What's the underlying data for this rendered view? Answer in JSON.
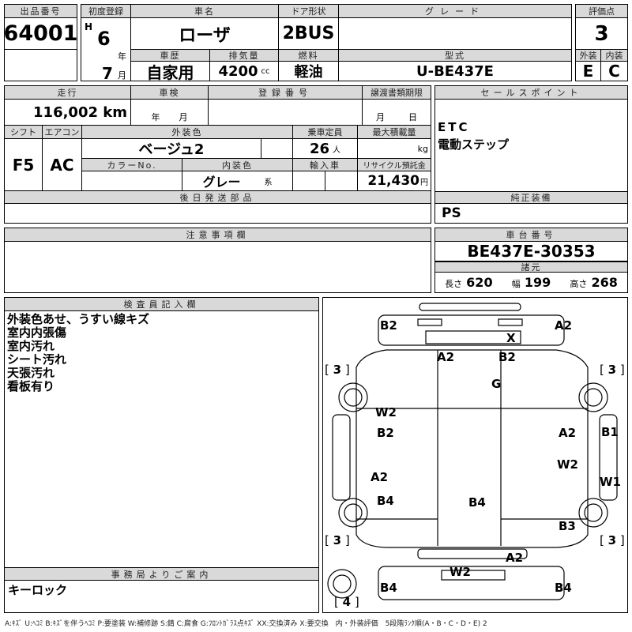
{
  "header": {
    "lot_no_label": "出品番号",
    "lot_no": "64001",
    "first_reg_label": "初度登録",
    "era": "H",
    "year": "6",
    "year_unit": "年",
    "month": "7",
    "month_unit": "月",
    "car_name_label": "車名",
    "car_name": "ローザ",
    "door_label": "ドア形状",
    "door": "2BUS",
    "grade_label": "グレード",
    "grade": "",
    "history_label": "車歴",
    "history": "自家用",
    "displacement_label": "排気量",
    "displacement": "4200",
    "displacement_unit": "cc",
    "fuel_label": "燃料",
    "fuel": "軽油",
    "model_label": "型式",
    "model": "U-BE437E",
    "score_label": "評価点",
    "score": "3",
    "exterior_label": "外装",
    "exterior": "E",
    "interior_label": "内装",
    "interior": "C"
  },
  "details": {
    "mileage_label": "走行",
    "mileage": "116,002 km",
    "inspection_label": "車検",
    "inspection_year_unit": "年",
    "inspection_month_unit": "月",
    "reg_no_label": "登録番号",
    "doc_deadline_label": "譲渡書類期限",
    "doc_month_unit": "月",
    "doc_day_unit": "日",
    "shift_label": "シフト",
    "shift": "F5",
    "ac_label": "エアコン",
    "ac": "AC",
    "color_label": "外装色",
    "color": "ベージュ2",
    "capacity_label": "乗車定員",
    "capacity": "26",
    "capacity_unit": "人",
    "max_load_label": "最大積載量",
    "max_load_unit": "kg",
    "color_no_label": "カラーNo.",
    "interior_color_label": "内装色",
    "interior_color": "グレー",
    "interior_color_unit": "系",
    "import_label": "輸入車",
    "recycle_label": "リサイクル預託金",
    "recycle": "21,430",
    "recycle_unit": "円",
    "later_parts_label": "後日発送部品"
  },
  "sales_points": {
    "label": "セールスポイント",
    "items": [
      "ETC",
      "電動ステップ"
    ]
  },
  "equipment": {
    "label": "純正装備",
    "value": "PS"
  },
  "notes": {
    "label": "注意事項欄"
  },
  "chassis": {
    "label": "車台番号",
    "value": "BE437E-30353",
    "spec_label": "諸元",
    "length_label": "長さ",
    "length": "620",
    "width_label": "幅",
    "width": "199",
    "height_label": "高さ",
    "height": "268"
  },
  "inspector": {
    "label": "検査員記入欄",
    "lines": [
      "外装色あせ、うすい線キズ",
      "室内内張傷",
      "室内汚れ",
      "シート汚れ",
      "天張汚れ",
      "看板有り"
    ]
  },
  "office": {
    "label": "事務局よりご案内",
    "value": "キーロック"
  },
  "diagram": {
    "marks": [
      "B2",
      "A2",
      "X",
      "A2",
      "B2",
      "G",
      "W2",
      "B2",
      "A2",
      "B1",
      "A2",
      "W2",
      "W1",
      "B4",
      "B4",
      "B3",
      "A2",
      "W2",
      "B4",
      "B4"
    ],
    "tires": [
      "3",
      "3",
      "3",
      "3",
      "4"
    ]
  },
  "legend": "A:ｷｽﾞ U:ﾍｺﾐ B:ｷｽﾞを伴うﾍｺﾐ P:要塗装 W:補修跡 S:錆 C:腐食 G:ﾌﾛﾝﾄｶﾞﾗｽ点ｷｽﾞ XX:交換済み X:要交換　内・外装評価　5段階ﾗﾝｸ順(A・B・C・D・E) 2"
}
